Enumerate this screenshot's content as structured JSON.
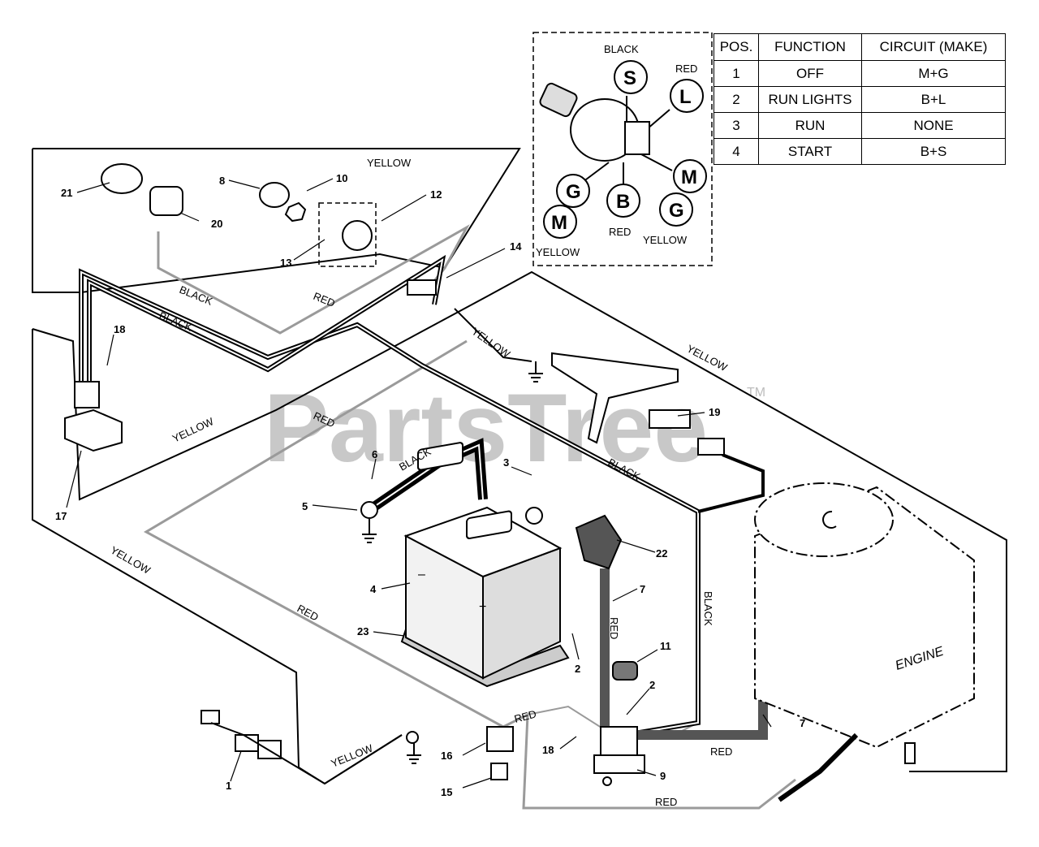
{
  "watermark": "PartsTree",
  "trademark": "TM",
  "table": {
    "headers": [
      "POS.",
      "FUNCTION",
      "CIRCUIT  (MAKE)"
    ],
    "rows": [
      {
        "pos": "1",
        "function": "OFF",
        "circuit": "M+G"
      },
      {
        "pos": "2",
        "function": "RUN LIGHTS",
        "circuit": "B+L"
      },
      {
        "pos": "3",
        "function": "RUN",
        "circuit": "NONE"
      },
      {
        "pos": "4",
        "function": "START",
        "circuit": "B+S"
      }
    ]
  },
  "ignition_switch_detail": {
    "terminals": {
      "s": "S",
      "l": "L",
      "m_right": "M",
      "g_left": "G",
      "b": "B",
      "m_left": "M",
      "g_right": "G"
    },
    "labels": {
      "black": "BLACK",
      "red_top": "RED",
      "red_bottom": "RED",
      "yellow_left": "YELLOW",
      "yellow_right": "YELLOW"
    }
  },
  "wire_labels": {
    "yellow": "YELLOW",
    "black": "BLACK",
    "red": "RED"
  },
  "engine_label": "ENGINE",
  "part_numbers": {
    "p1": "1",
    "p2": "2",
    "p3": "3",
    "p4": "4",
    "p5": "5",
    "p6": "6",
    "p7": "7",
    "p8": "8",
    "p9": "9",
    "p10": "10",
    "p11": "11",
    "p12": "12",
    "p13": "13",
    "p14": "14",
    "p15": "15",
    "p16": "16",
    "p17": "17",
    "p18": "18",
    "p19": "19",
    "p20": "20",
    "p21": "21",
    "p22": "22",
    "p23": "23"
  }
}
